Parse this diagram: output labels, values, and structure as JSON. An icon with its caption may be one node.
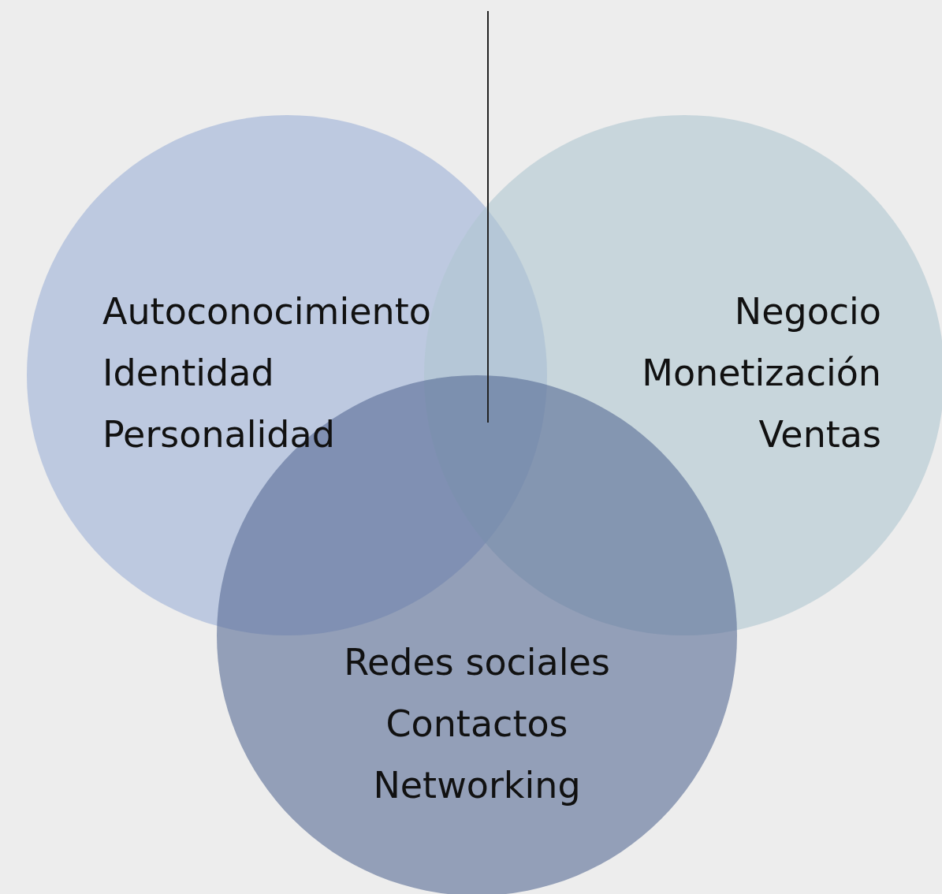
{
  "diagram": {
    "nodes": [
      {
        "text": [
          "Autoconocimiento",
          "Identidad",
          "Personalidad"
        ]
      },
      {
        "text": [
          "Negocio",
          "Monetización",
          "Ventas"
        ]
      },
      {
        "text": [
          "Redes sociales",
          "Contactos",
          "Networking"
        ]
      }
    ]
  }
}
